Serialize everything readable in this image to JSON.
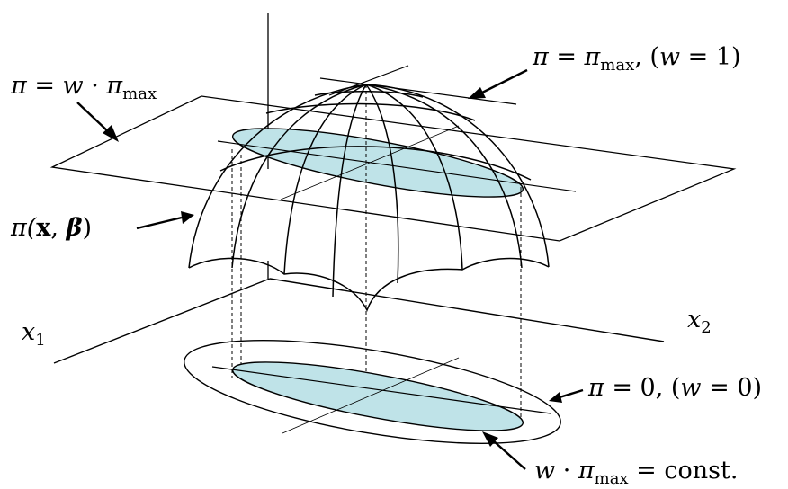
{
  "labels": {
    "plane": {
      "lhs": "π",
      "eq": " = ",
      "w": "w",
      "dot": " · ",
      "pi": "π",
      "sub": "max"
    },
    "top": {
      "lhs": "π",
      "eq": " = ",
      "pi": "π",
      "sub": "max",
      "rest": ",  (",
      "w": "w",
      "tail": " = 1)"
    },
    "surface": {
      "pi": "π(",
      "x": "x",
      "comma": ", ",
      "beta": "β",
      "close": ")"
    },
    "x1": {
      "var": "x",
      "sub": "1"
    },
    "x2": {
      "var": "x",
      "sub": "2"
    },
    "zero": {
      "lhs": "π",
      "eq": " = 0,  (",
      "w": "w",
      "tail": " = 0)"
    },
    "const": {
      "w": "w",
      "dot": " · ",
      "pi": "π",
      "sub": "max",
      "tail": " = const."
    }
  },
  "colors": {
    "ellipse_fill": "#bfe3e8",
    "line": "#000000"
  }
}
